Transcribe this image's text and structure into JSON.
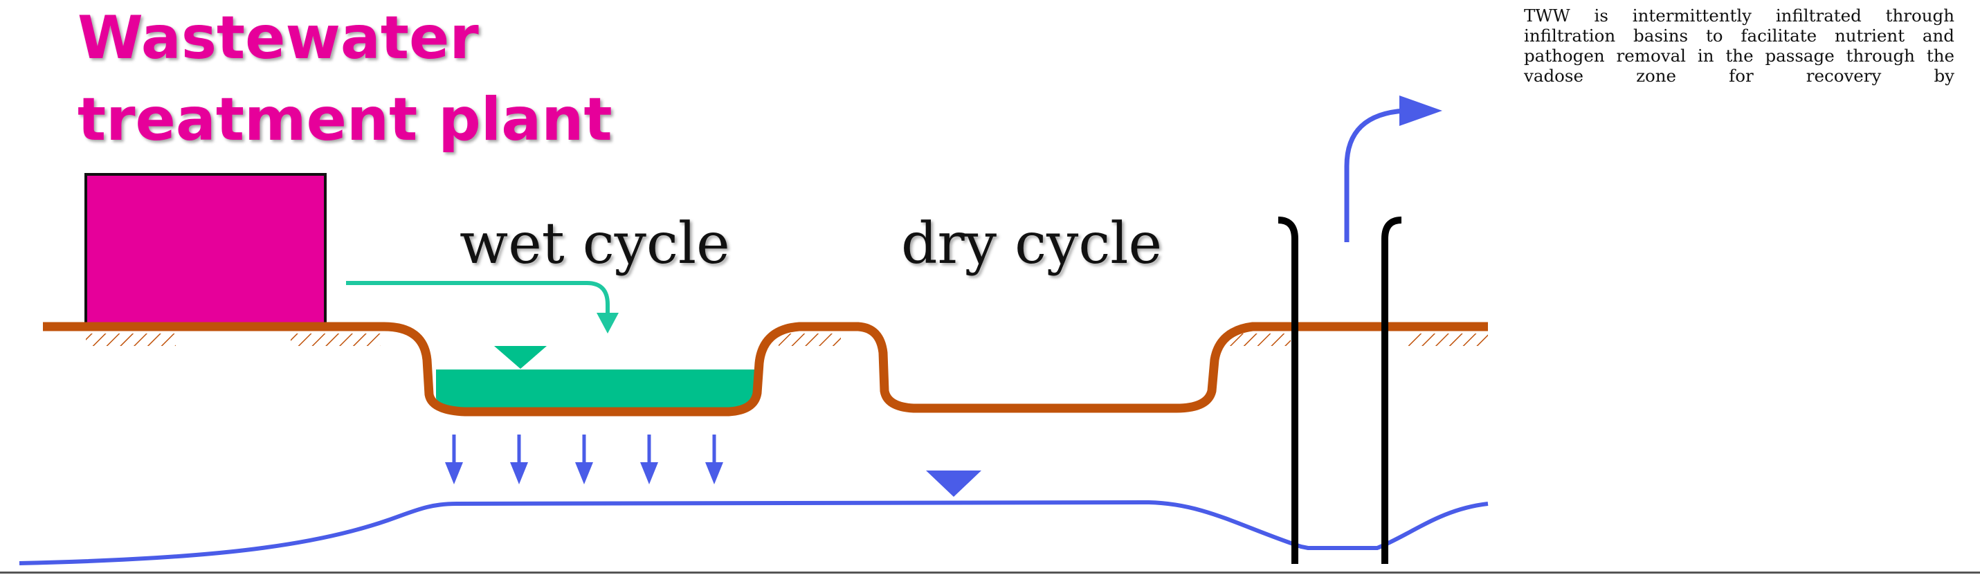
{
  "title": {
    "line1": "Wastewater",
    "line2": "treatment plant"
  },
  "labels": {
    "wet_cycle": "wet cycle",
    "dry_cycle": "dry cycle"
  },
  "caption": "TWW is intermittently infiltrated through infiltration basins to facilitate nutrient and pathogen removal in the passage through the vadose zone for recovery by",
  "colors": {
    "plant": "#e6009a",
    "title": "#e6009a",
    "ground": "#c0520a",
    "water": "#00c08c",
    "inflow_arrow": "#1ec8a0",
    "groundwater": "#4a5ce8",
    "well": "#000000"
  },
  "icons": {
    "water_level_marker": "inverted-triangle",
    "infiltration_arrows": "down-arrow",
    "recovery_arrow": "curved-arrow-right"
  }
}
